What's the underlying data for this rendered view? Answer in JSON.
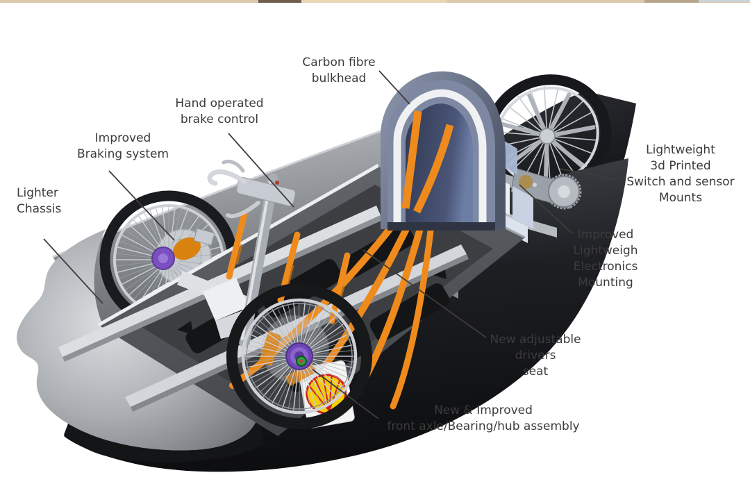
{
  "figure": {
    "title": "Annotated render of a lightweight eco-marathon vehicle chassis"
  },
  "colors": {
    "label_text": "#3b3b3b",
    "leader_line": "#3f3c39",
    "strap_orange": "#ef8b1d",
    "bulkhead_slate": "#7e88a2",
    "bulkhead_window_dark": "#39415a",
    "frame_white": "#eff1f3",
    "hub_purple": "#6f46b8",
    "nut_green": "#2f9e3f",
    "shell_yellow": "#f7cf00",
    "shell_red": "#d21e1f",
    "body_black": "#17181a",
    "body_silver": "#9aa0a6"
  },
  "annotations": {
    "carbon_bulkhead": {
      "line1": "Carbon fibre",
      "line2": "bulkhead"
    },
    "hand_brake": {
      "line1": "Hand operated",
      "line2": "brake control"
    },
    "braking_system": {
      "line1": "Improved",
      "line2": "Braking system"
    },
    "lighter_chassis": {
      "line1": "Lighter",
      "line2": "Chassis"
    },
    "switch_mounts": {
      "line1": "Lightweight",
      "line2": "3d Printed",
      "line3": "Switch and sensor",
      "line4": "Mounts"
    },
    "electronics_mounting": {
      "line1": "Improved",
      "line2": "Lightweigh",
      "line3": "Electronics",
      "line4": "Mounting"
    },
    "drivers_seat": {
      "line1": "New adjustable",
      "line2": "drivers",
      "line3": "seat"
    },
    "front_axle": {
      "line1": "New & Improved",
      "line2": "front axle/Bearing/hub assembly"
    }
  }
}
